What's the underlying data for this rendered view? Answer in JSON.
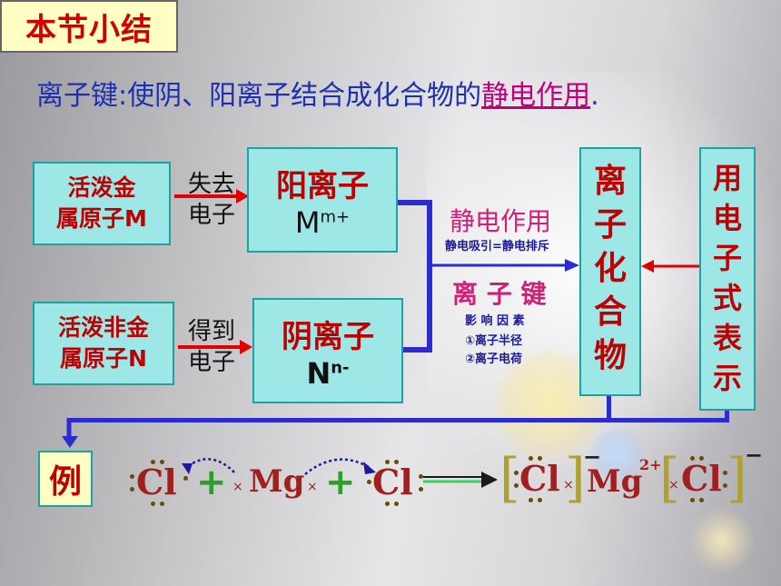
{
  "title": "本节小结",
  "definition": {
    "prefix": "离子键:使阴、阳离子结合成化合物的",
    "highlight": "静电作用",
    "suffix": "."
  },
  "left_boxes": [
    {
      "line1": "活泼金",
      "line2": "属原子M"
    },
    {
      "line1": "活泼非金",
      "line2": "属原子N"
    }
  ],
  "arrows_text": [
    {
      "line1": "失去",
      "line2": "电子"
    },
    {
      "line1": "得到",
      "line2": "电子"
    }
  ],
  "ions": {
    "cation": {
      "title": "阳离子",
      "symbol": "M",
      "charge": "m+"
    },
    "anion": {
      "title": "阴离子",
      "symbol": "N",
      "charge": "n-"
    }
  },
  "middle": {
    "interaction": "静电作用",
    "note": "静电吸引=静电排斥",
    "bond": "离 子 键",
    "factors_title": "影 响 因 素",
    "factor1": "①离子半径",
    "factor2": "②离子电荷"
  },
  "compound_box": [
    "离",
    "子",
    "化",
    "合",
    "物"
  ],
  "represent_box": [
    "用",
    "电",
    "子",
    "式",
    "表",
    "示"
  ],
  "example": {
    "label": "例",
    "cl": "Cl",
    "mg": "Mg",
    "plus": "+",
    "cross": "×",
    "mg_charge": "2+",
    "cl_charge": "−"
  },
  "colors": {
    "box_fill": "#9ee7e7",
    "box_border": "#1aa3a0",
    "title_text": "#d00000",
    "connector": "#2b2bd0",
    "arrow_red": "#e00000"
  }
}
